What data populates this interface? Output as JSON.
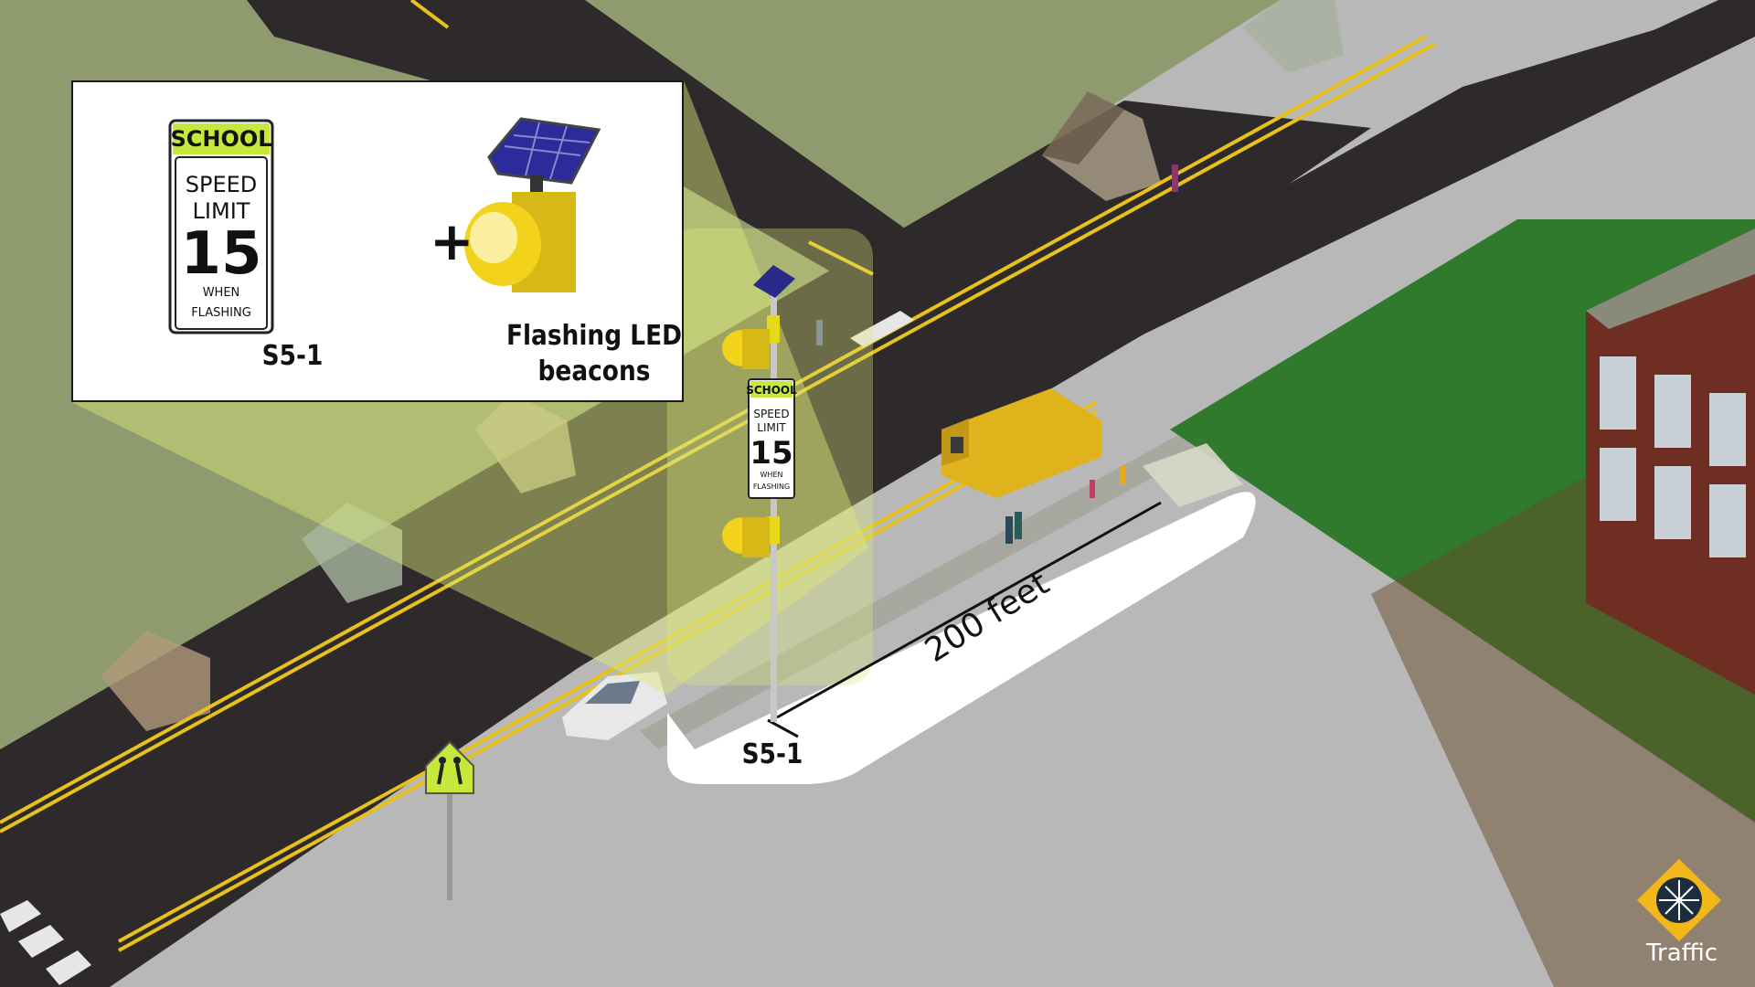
{
  "inset": {
    "sign": {
      "header": "SCHOOL",
      "line1": "SPEED",
      "line2": "LIMIT",
      "speed": "15",
      "line3": "WHEN",
      "line4": "FLASHING",
      "code": "S5-1"
    },
    "plus": "+",
    "beacon_label_line1": "Flashing LED",
    "beacon_label_line2": "beacons"
  },
  "pole_sign": {
    "header": "SCHOOL",
    "line1": "SPEED",
    "line2": "LIMIT",
    "speed": "15",
    "line3": "WHEN",
    "line4": "FLASHING"
  },
  "callout_label": "S5-1",
  "distance_label": "200 feet",
  "logo": {
    "text": "Traffic",
    "icon": "traffic-star-icon"
  },
  "colors": {
    "sign_yellow_green": "#c6e83a",
    "beacon_yellow": "#f2d21a",
    "road": "#2e2a2c",
    "grass": "#2f7a2c",
    "school_brick": "#6e2e22",
    "bus": "#e0b21c",
    "highlight_overlay": "#dde87a"
  }
}
